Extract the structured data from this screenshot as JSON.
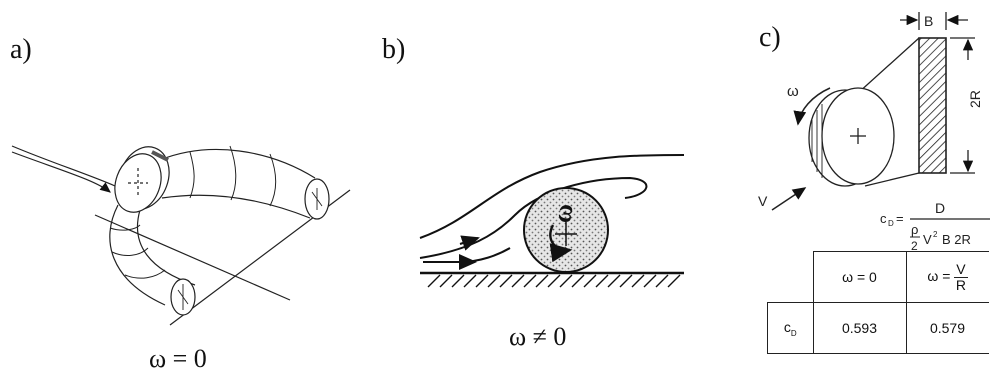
{
  "panels": {
    "a": {
      "label": "a)",
      "caption": "ω = 0"
    },
    "b": {
      "label": "b)",
      "caption": "ω ≠ 0",
      "omega_symbol": "ω"
    },
    "c": {
      "label": "c)",
      "omega_symbol": "ω",
      "width_label": "B",
      "height_label": "2R",
      "velocity_label": "V",
      "formula": {
        "lhs": "c",
        "lhs_sub": "D",
        "equals": "=",
        "numerator": "D",
        "rho": "ρ",
        "two": "2",
        "tail_v": "V",
        "tail_exp": "2",
        "tail_rest": "B 2R"
      },
      "table": {
        "col1_header": "ω = 0",
        "col2_header_lhs": "ω =",
        "col2_header_num": "V",
        "col2_header_den": "R",
        "row_label_main": "c",
        "row_label_sub": "D",
        "values": [
          "0.593",
          "0.579"
        ]
      }
    }
  }
}
